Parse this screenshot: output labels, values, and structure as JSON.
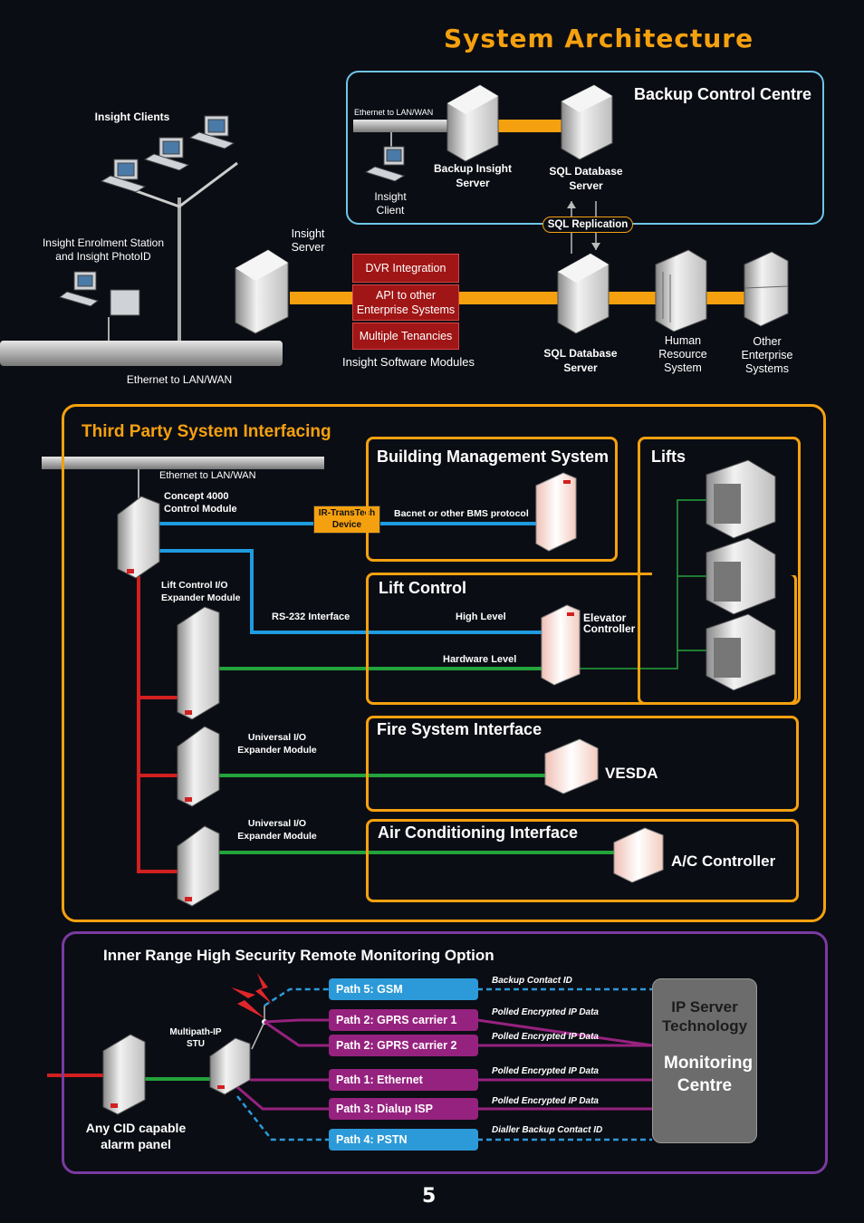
{
  "page_title": "System Architecture",
  "page_number": "5",
  "backup_centre": {
    "title": "Backup Control Centre",
    "ethernet": "Ethernet to LAN/WAN",
    "client": "Insight Client",
    "server": "Backup Insight Server",
    "sql": "SQL Database Server",
    "replication": "SQL Replication"
  },
  "top": {
    "clients": "Insight Clients",
    "enrolment": "Insight Enrolment Station and Insight PhotoID",
    "ethernet": "Ethernet to LAN/WAN",
    "insight_server": "Insight Server",
    "modules": [
      "DVR Integration",
      "API to other Enterprise Systems",
      "Multiple Tenancies"
    ],
    "modules_caption": "Insight Software Modules",
    "sql": "SQL Database Server",
    "hr": "Human Resource System",
    "other": "Other Enterprise Systems"
  },
  "third_party": {
    "title": "Third Party System Interfacing",
    "ethernet": "Ethernet to LAN/WAN",
    "concept": "Concept 4000 Control Module",
    "lift_io": "Lift Control I/O Expander Module",
    "universal1": "Universal I/O Expander Module",
    "universal2": "Universal I/O Expander Module",
    "irtranstech": "IR-TransTech Device",
    "bms_title": "Building Management System",
    "bms_protocol": "Bacnet or other BMS protocol",
    "lifts_title": "Lifts",
    "lift_control_title": "Lift Control",
    "rs232": "RS-232 Interface",
    "high_level": "High Level",
    "hardware_level": "Hardware Level",
    "elevator": "Elevator Controller",
    "fire_title": "Fire System Interface",
    "vesda": "VESDA",
    "ac_title": "Air Conditioning Interface",
    "ac_controller": "A/C Controller"
  },
  "monitoring": {
    "title": "Inner Range High Security Remote Monitoring Option",
    "stu": "Multipath-IP STU",
    "panel": "Any CID capable alarm panel",
    "centre_line1": "IP Server Technology",
    "centre_line2": "Monitoring Centre",
    "paths": [
      {
        "label": "Path 5: GSM",
        "note": "Backup Contact ID"
      },
      {
        "label": "Path 2: GPRS carrier 1",
        "note": "Polled Encrypted IP Data"
      },
      {
        "label": "Path 2: GPRS carrier 2",
        "note": "Polled Encrypted IP Data"
      },
      {
        "label": "Path 1: Ethernet",
        "note": "Polled Encrypted IP Data"
      },
      {
        "label": "Path 3: Dialup ISP",
        "note": "Polled Encrypted IP Data"
      },
      {
        "label": "Path 4: PSTN",
        "note": "Dialler Backup Contact ID"
      }
    ]
  },
  "colors": {
    "accent_orange": "#f5a10f",
    "cyan_border": "#6ec6ea",
    "purple_border": "#7a3aa0",
    "blue_link": "#1f9be0",
    "green_link": "#23a33b",
    "red_link": "#d21f1f",
    "module_red": "#a01515"
  }
}
